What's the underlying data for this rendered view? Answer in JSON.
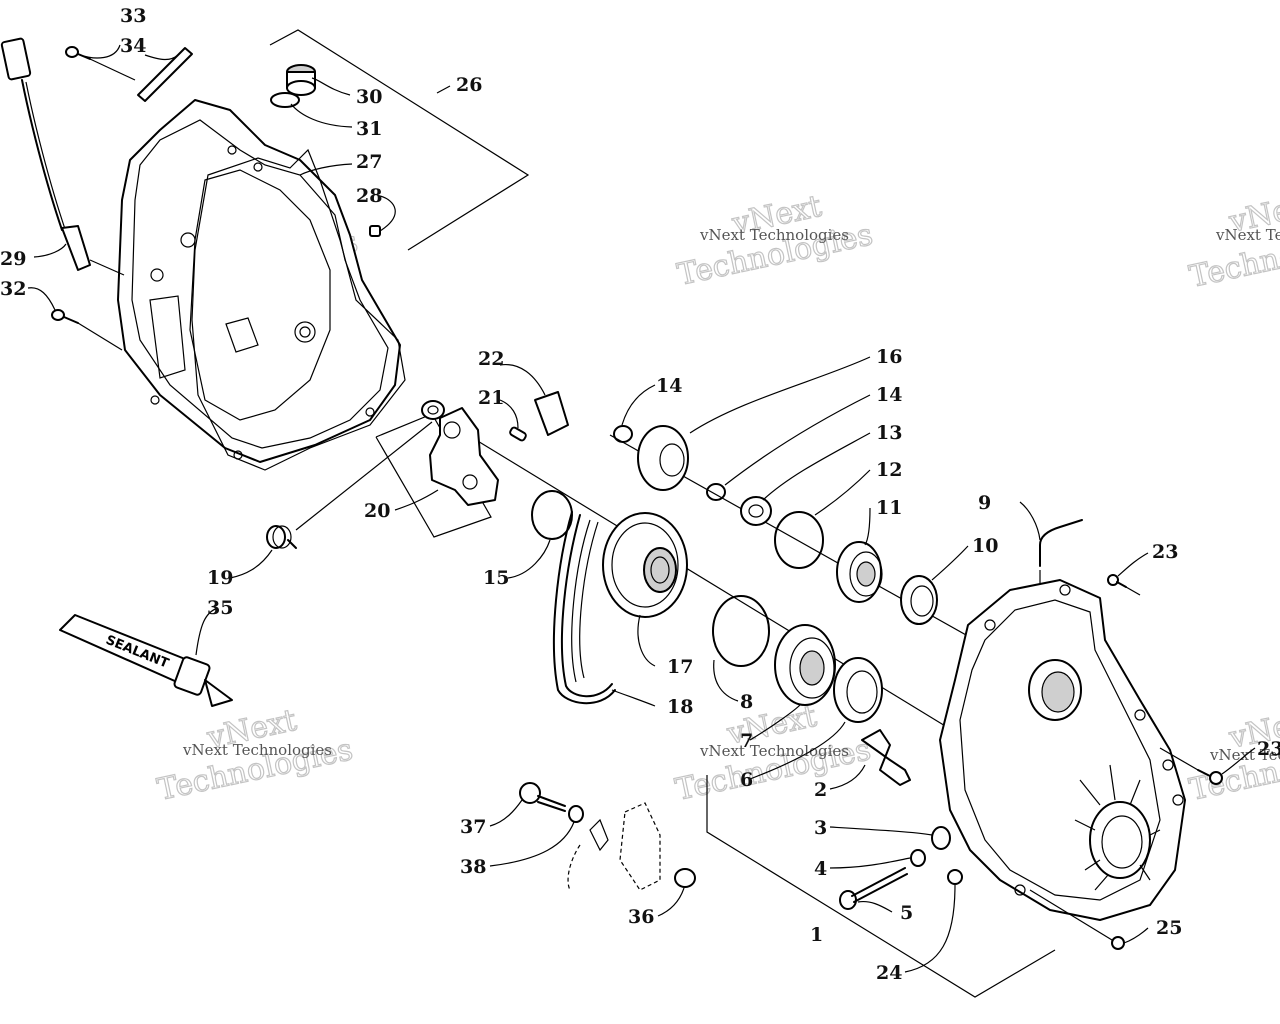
{
  "callouts": [
    {
      "id": "33",
      "text": "33"
    },
    {
      "id": "34",
      "text": "34"
    },
    {
      "id": "30",
      "text": "30"
    },
    {
      "id": "26",
      "text": "26"
    },
    {
      "id": "31",
      "text": "31"
    },
    {
      "id": "27",
      "text": "27"
    },
    {
      "id": "28",
      "text": "28"
    },
    {
      "id": "29",
      "text": "29"
    },
    {
      "id": "32",
      "text": "32"
    },
    {
      "id": "22",
      "text": "22"
    },
    {
      "id": "21",
      "text": "21"
    },
    {
      "id": "20",
      "text": "20"
    },
    {
      "id": "19",
      "text": "19"
    },
    {
      "id": "35",
      "text": "35"
    },
    {
      "id": "14a",
      "text": "14"
    },
    {
      "id": "16",
      "text": "16"
    },
    {
      "id": "14b",
      "text": "14"
    },
    {
      "id": "13",
      "text": "13"
    },
    {
      "id": "12",
      "text": "12"
    },
    {
      "id": "11",
      "text": "11"
    },
    {
      "id": "10",
      "text": "10"
    },
    {
      "id": "9",
      "text": "9"
    },
    {
      "id": "23a",
      "text": "23"
    },
    {
      "id": "15",
      "text": "15"
    },
    {
      "id": "17",
      "text": "17"
    },
    {
      "id": "18",
      "text": "18"
    },
    {
      "id": "8",
      "text": "8"
    },
    {
      "id": "7",
      "text": "7"
    },
    {
      "id": "6",
      "text": "6"
    },
    {
      "id": "2",
      "text": "2"
    },
    {
      "id": "3",
      "text": "3"
    },
    {
      "id": "4",
      "text": "4"
    },
    {
      "id": "5",
      "text": "5"
    },
    {
      "id": "1",
      "text": "1"
    },
    {
      "id": "24",
      "text": "24"
    },
    {
      "id": "25",
      "text": "25"
    },
    {
      "id": "23b",
      "text": "23"
    },
    {
      "id": "37",
      "text": "37"
    },
    {
      "id": "38",
      "text": "38"
    },
    {
      "id": "36",
      "text": "36"
    }
  ],
  "sealant_label": "SEALANT",
  "watermarks": {
    "small": "vNext Technologies",
    "brand_line1": "vNext",
    "brand_line2": "Technologies"
  }
}
